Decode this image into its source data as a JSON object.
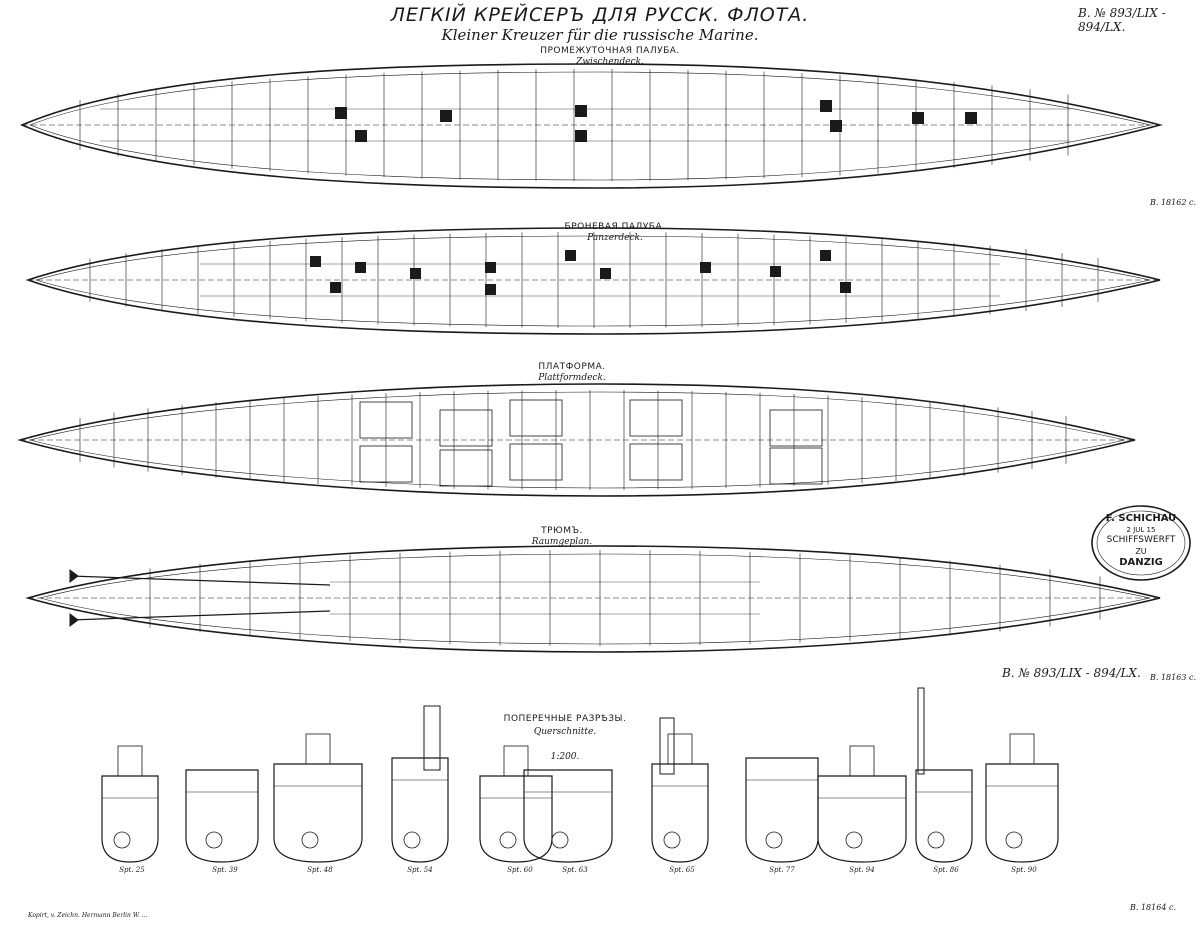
{
  "header": {
    "title_ru": "ЛЕГКІЙ КРЕЙСЕРЪ ДЛЯ РУССК. ФЛОТА.",
    "title_de": "Kleiner Kreuzer für die russische Marine.",
    "sheet_top": "B. № 893/LIX - 894/LX."
  },
  "decks": [
    {
      "name_ru": "ПРОМЕЖУТОЧНАЯ ПАЛУБА.",
      "name_de": "Zwischendeck.",
      "drawing_no": "B. 18162 c."
    },
    {
      "name_ru": "БРОНЕВАЯ ПАЛУБА.",
      "name_de": "Panzerdeck.",
      "drawing_no": ""
    },
    {
      "name_ru": "ПЛАТФОРМА.",
      "name_de": "Plattformdeck.",
      "drawing_no": ""
    },
    {
      "name_ru": "ТРЮМЪ.",
      "name_de": "Raumgeplan.",
      "drawing_no": "B. 18163 c."
    }
  ],
  "sheet_bottom": "B. № 893/LIX - 894/LX.",
  "sections": {
    "title_ru": "ПОПЕРЕЧНЫЕ РАЗРѢЗЫ.",
    "title_de": "Querschnitte.",
    "scale": "1:200.",
    "drawing_no": "B. 18164 c.",
    "frames": [
      "Spt. 25",
      "Spt. 39",
      "Spt. 48",
      "Spt. 54",
      "Spt. 60",
      "Spt. 63",
      "Spt. 65",
      "Spt. 77",
      "Spt. 94",
      "Spt. 86",
      "Spt. 90"
    ]
  },
  "stamp": {
    "line1": "F. SCHICHAU",
    "date": "2 JUL 15",
    "line2": "SCHIFFSWERFT",
    "line3": "ZU",
    "line4": "DANZIG"
  },
  "footer": "Kopirt, v. Zeichn. Hermann Berlin W. ..."
}
